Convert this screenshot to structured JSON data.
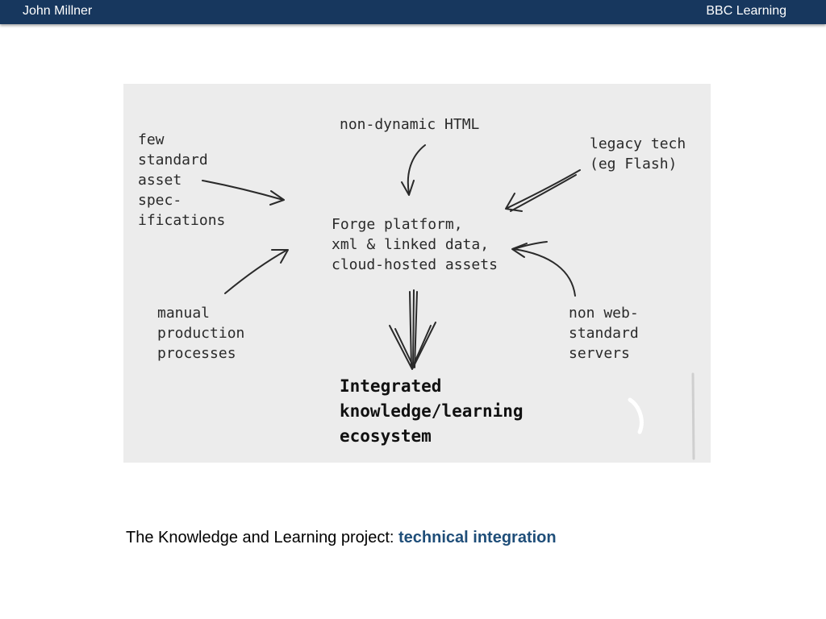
{
  "header": {
    "left_text": "John Millner",
    "right_text": "BBC Learning"
  },
  "diagram": {
    "few_standard": "few\nstandard\nasset\nspec-\nifications",
    "non_dynamic": "non-dynamic HTML",
    "legacy_tech": "legacy tech\n(eg Flash)",
    "center": "Forge platform,\nxml & linked data,\ncloud-hosted assets",
    "manual": "manual\nproduction\nprocesses",
    "non_web": "non web-\nstandard\nservers",
    "result": "Integrated\nknowledge/learning\necosystem"
  },
  "caption": {
    "prefix": "The Knowledge and Learning project: ",
    "accent": "technical integration"
  },
  "colors": {
    "header_bg": "#17375e",
    "accent": "#1f4e79",
    "sketch_bg": "#ececec"
  }
}
